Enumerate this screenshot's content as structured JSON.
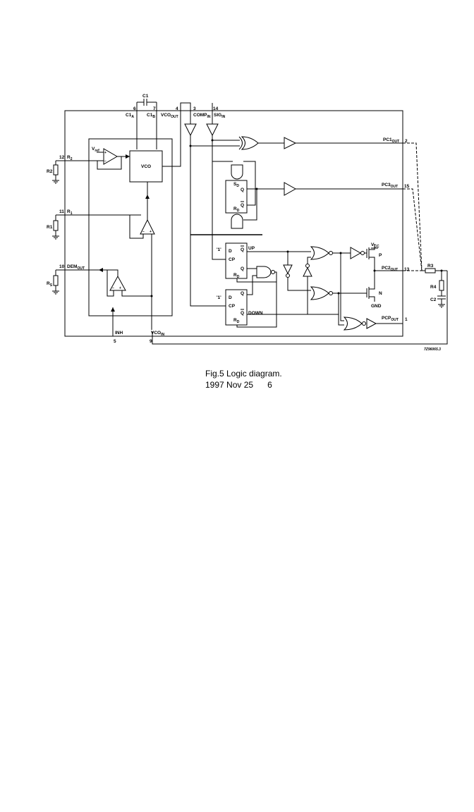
{
  "figure": {
    "caption": "Fig.5  Logic diagram.",
    "date": "1997 Nov 25",
    "page_number": "6",
    "drawing_code": "7Z96065.3"
  },
  "pins": {
    "c1_label": "C1",
    "p6": "6",
    "p7": "7",
    "p4": "4",
    "p3": "3",
    "p14": "14",
    "p12": "12",
    "p11": "11",
    "p10": "10",
    "p5": "5",
    "p9": "9",
    "p2": "2",
    "p15": "15",
    "p13": "13",
    "p1": "1"
  },
  "signals": {
    "c1a": "C1",
    "c1a_sub": "A",
    "c1b": "C1",
    "c1b_sub": "B",
    "vco_out": "VCO",
    "vco_out_sub": "OUT",
    "comp_in": "COMP",
    "comp_in_sub": "IN",
    "sig_in": "SIG",
    "sig_in_sub": "IN",
    "r2": "R",
    "r2_sub": "2",
    "r1": "R",
    "r1_sub": "1",
    "dem_out": "DEM",
    "dem_out_sub": "OUT",
    "inh": "INH",
    "vco_in": "VCO",
    "vco_in_sub": "IN",
    "pc1_out": "PC1",
    "pc1_out_sub": "OUT",
    "pc3_out": "PC3",
    "pc3_out_sub": "OUT",
    "pc2_out": "PC2",
    "pc2_out_sub": "OUT",
    "pcp_out": "PCP",
    "pcp_out_sub": "OUT",
    "vref": "V",
    "vref_sub": "ref",
    "vcc": "V",
    "vcc_sub": "CC",
    "gnd": "GND",
    "p_label": "P",
    "n_label": "N",
    "up": "UP",
    "down": "DOWN"
  },
  "blocks": {
    "vco": "VCO"
  },
  "components": {
    "r2_ext": "R2",
    "r1_ext": "R1",
    "rs_ext": "R",
    "rs_ext_sub": "S",
    "r3": "R3",
    "r4": "R4",
    "c2": "C2"
  },
  "flipflops": {
    "sr_s": "S",
    "sr_s_sub": "D",
    "sr_q": "Q",
    "sr_r": "R",
    "sr_r_sub": "D",
    "sr_qbar": "Q",
    "ff1_d": "D",
    "ff1_cp": "CP",
    "ff1_q": "Q",
    "ff1_qbar": "Q",
    "ff1_rd": "R",
    "ff1_rd_sub": "D",
    "ff1_one": "'1'",
    "ff2_d": "D",
    "ff2_cp": "CP",
    "ff2_q": "Q",
    "ff2_qbar": "Q",
    "ff2_rd": "R",
    "ff2_rd_sub": "D",
    "ff2_one": "'1'"
  },
  "opamp_signs": {
    "plus": "+",
    "minus": "−"
  }
}
